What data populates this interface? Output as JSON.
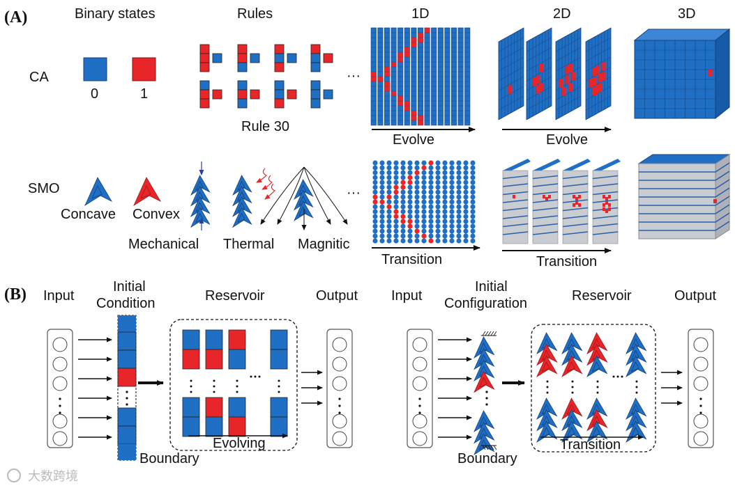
{
  "panel_a": {
    "label": "(A)",
    "headers": {
      "binary_states": "Binary states",
      "rules": "Rules",
      "d1": "1D",
      "d2": "2D",
      "d3": "3D"
    },
    "ca": {
      "row_label": "CA",
      "state0": "0",
      "state1": "1",
      "rule_caption": "Rule 30",
      "ellipsis": "···",
      "evolve_1d": "Evolve",
      "evolve_2d": "Evolve"
    },
    "smo": {
      "row_label": "SMO",
      "concave": "Concave",
      "convex": "Convex",
      "mechanical": "Mechanical",
      "thermal": "Thermal",
      "magnetic": "Magnitic",
      "ellipsis": "···",
      "transition_1d": "Transition",
      "transition_2d": "Transition"
    }
  },
  "panel_b": {
    "label": "(B)",
    "left": {
      "input": "Input",
      "initial_line1": "Initial",
      "initial_line2": "Condition",
      "reservoir": "Reservoir",
      "output": "Output",
      "evolving": "Evolving",
      "boundary": "Boundary"
    },
    "right": {
      "input": "Input",
      "initial_line1": "Initial",
      "initial_line2": "Configuration",
      "reservoir": "Reservoir",
      "output": "Output",
      "transition": "Transition",
      "boundary": "Boundary"
    }
  },
  "watermark": "大数跨境",
  "colors": {
    "blue": "#1f6fc5",
    "red": "#e8262a",
    "grey": "#c9ccd1",
    "black": "#111111"
  }
}
